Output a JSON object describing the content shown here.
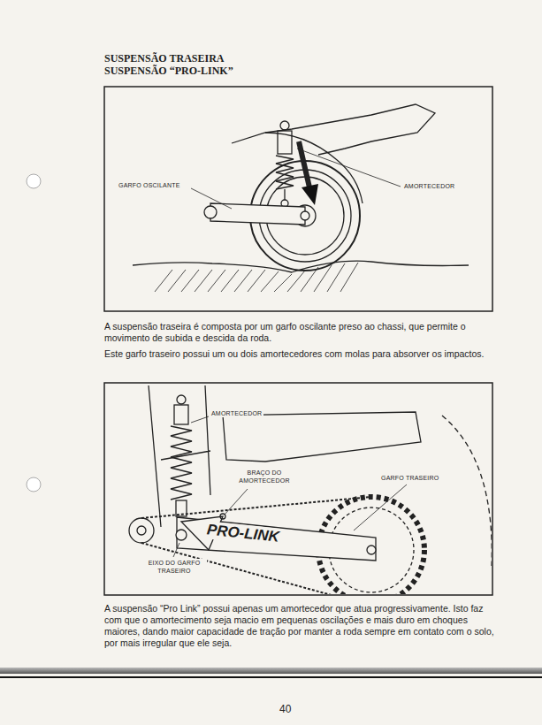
{
  "diagram": {
    "title": "SUSPENSÃO TRASEIRA",
    "labels": [
      "SUSPENSÃO “PRO-LINK”",
      "GARFO OSCILANTE",
      "AMORTECEDOR",
      "A suspensão traseira é composta por um garfo oscilante preso ao chassi, que permite o movimento de subida e descida da roda.",
      "Este garfo traseiro possui um ou dois amortecedores com molas para absorver os impactos.",
      "AMORTECEDOR",
      "BRAÇO DO AMORTECEDOR",
      "GARFO TRASEIRO",
      "PRO-LINK",
      "EIXO DO GARFO TRASEIRO",
      "A suspensão “Pro Link” possui apenas um amortecedor que atua progressivamente. Isto faz com que o amortecimento seja macio em pequenas oscilações e mais duro em choques maiores, dando maior capacidade de tração por manter a roda sempre em contato com o solo, por mais irregular que ele seja.",
      "40"
    ]
  }
}
